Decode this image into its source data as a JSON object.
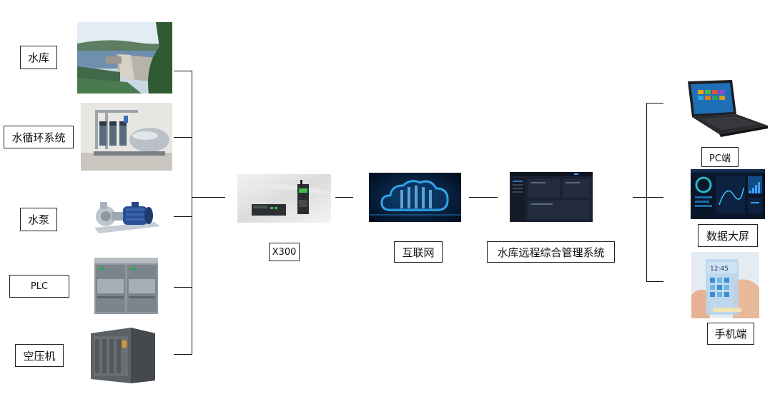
{
  "sources": {
    "reservoir": "水库",
    "water_circulation": "水循环系统",
    "water_pump": "水泵",
    "plc": "PLC",
    "air_compressor": "空压机"
  },
  "gateway": {
    "label": "X300"
  },
  "network": {
    "label": "互联网"
  },
  "platform": {
    "label": "水库远程综合管理系统"
  },
  "clients": {
    "pc": "PC端",
    "big_screen": "数据大屏",
    "mobile": "手机端"
  },
  "phone_screen_time": "12:45",
  "colors": {
    "line": "#111111",
    "cloud_glow": "#36b6ff",
    "dashboard_bg": "#1b2333"
  }
}
